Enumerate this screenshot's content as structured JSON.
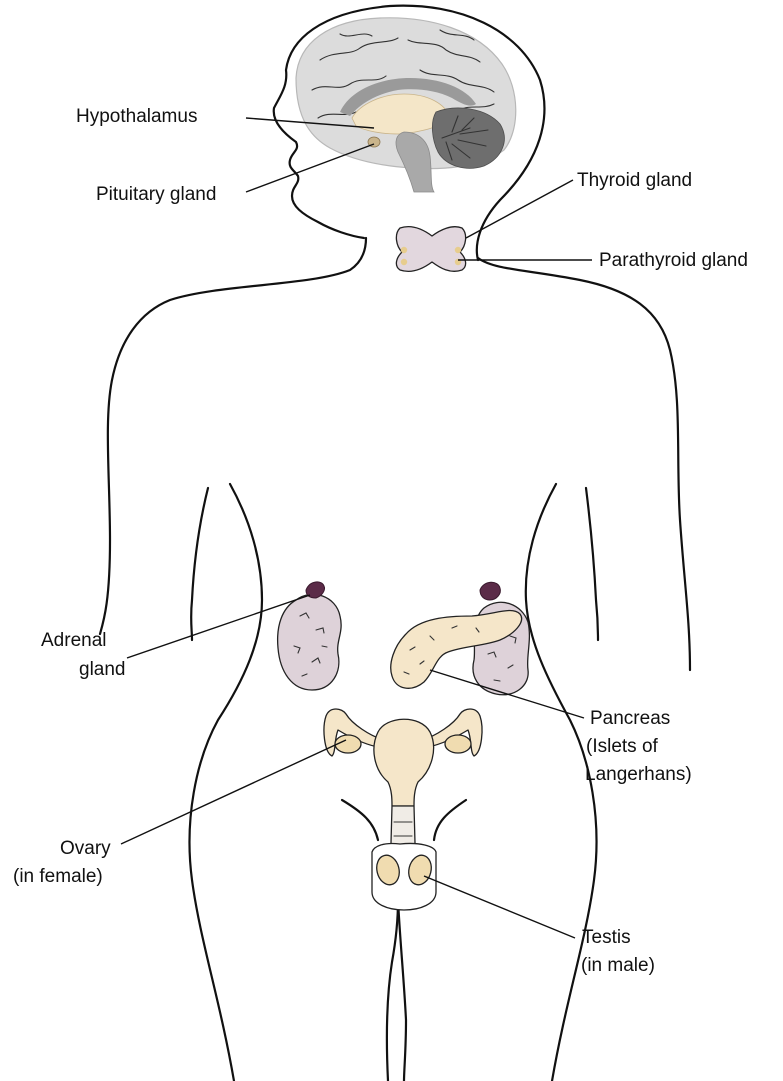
{
  "colors": {
    "outline": "#111111",
    "brain": "#dcdcdc",
    "brain_inner": "#9a9a9a",
    "cerebellum": "#6e6e6e",
    "hypothalamus_region": "#f4e6c8",
    "thyroid": "#e2d7de",
    "parathyroid": "#e7cd8e",
    "adrenal_cap": "#5b2b48",
    "kidney": "#ded2d9",
    "pancreas": "#f5e6c9",
    "uterus": "#f5e6c9",
    "testis": "#f0dcb0"
  },
  "labels": {
    "hypothalamus": "Hypothalamus",
    "pituitary": "Pituitary gland",
    "thyroid": "Thyroid gland",
    "parathyroid": "Parathyroid gland",
    "adrenal_1": "Adrenal",
    "adrenal_2": "gland",
    "pancreas_1": "Pancreas",
    "pancreas_2": "(Islets of",
    "pancreas_3": "Langerhans)",
    "ovary_1": "Ovary",
    "ovary_2": "(in female)",
    "testis_1": "Testis",
    "testis_2": "(in male)"
  }
}
